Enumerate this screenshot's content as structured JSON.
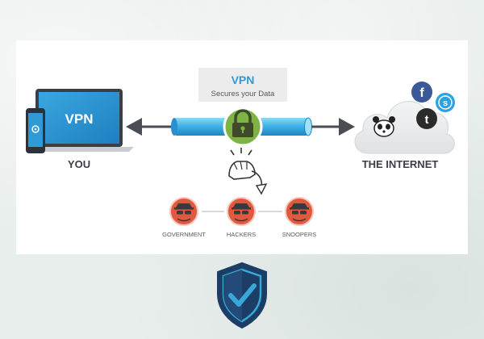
{
  "vpn_box": {
    "title": "VPN",
    "subtitle": "Secures your Data"
  },
  "left": {
    "label": "YOU",
    "laptop_text": "VPN"
  },
  "right": {
    "label": "THE INTERNET"
  },
  "threats": [
    {
      "label": "GOVERNMENT"
    },
    {
      "label": "HACKERS"
    },
    {
      "label": "SNOOPERS"
    }
  ],
  "social": {
    "facebook_letter": "f",
    "skype_letter": "s",
    "twitter_letter": "t"
  },
  "colors": {
    "vpn_blue": "#2e9ad6",
    "tunnel_blue": "#3fb2e8",
    "lock_green": "#7cb342",
    "threat_red": "#e0593f",
    "shield_navy": "#1c3d66",
    "shield_teal": "#36a9d6"
  }
}
